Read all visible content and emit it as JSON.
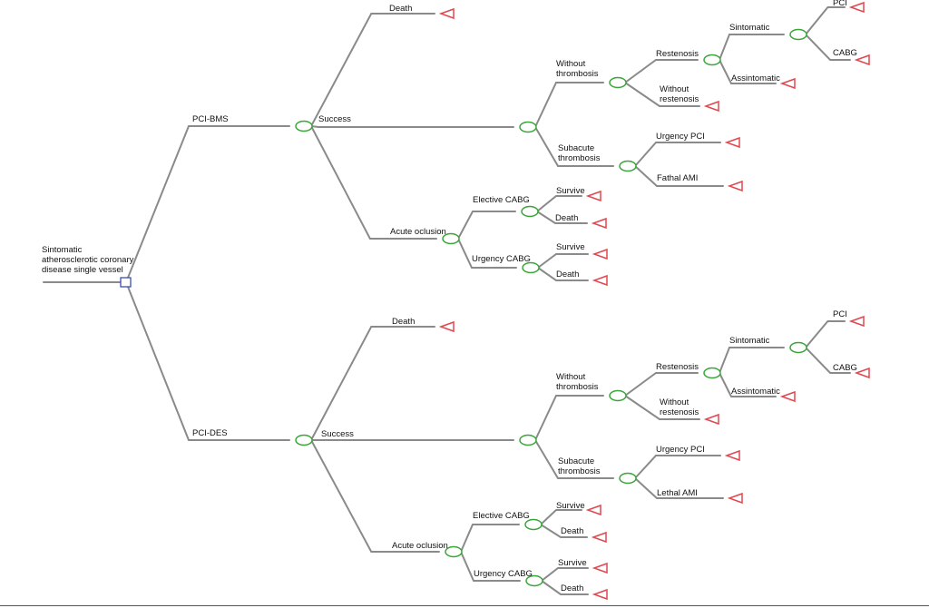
{
  "colors": {
    "line": "#8a8a8a",
    "decision": "#3d4fb5",
    "chance": "#3aa63a",
    "terminal": "#e0484f"
  },
  "root": {
    "label": "Sintomatic\natherosclerotic coronary\ndisease  single vessel",
    "branches": [
      {
        "label": "PCI-BMS",
        "children": [
          {
            "label": "Death"
          },
          {
            "label": "Success",
            "children": [
              {
                "label": "Without\nthrombosis",
                "children": [
                  {
                    "label": "Restenosis",
                    "children": [
                      {
                        "label": "Sintomatic",
                        "children": [
                          {
                            "label": "PCI"
                          },
                          {
                            "label": "CABG"
                          }
                        ]
                      },
                      {
                        "label": "Assintomatic"
                      }
                    ]
                  },
                  {
                    "label": "Without\nrestenosis"
                  }
                ]
              },
              {
                "label": "Subacute\nthrombosis",
                "children": [
                  {
                    "label": "Urgency PCI"
                  },
                  {
                    "label": "Fathal AMI"
                  }
                ]
              }
            ]
          },
          {
            "label": "Acute oclusion",
            "children": [
              {
                "label": "Elective CABG",
                "children": [
                  {
                    "label": "Survive"
                  },
                  {
                    "label": "Death"
                  }
                ]
              },
              {
                "label": "Urgency CABG",
                "children": [
                  {
                    "label": "Survive"
                  },
                  {
                    "label": "Death"
                  }
                ]
              }
            ]
          }
        ]
      },
      {
        "label": "PCI-DES",
        "children": [
          {
            "label": "Death"
          },
          {
            "label": "Success",
            "children": [
              {
                "label": "Without\nthrombosis",
                "children": [
                  {
                    "label": "Restenosis",
                    "children": [
                      {
                        "label": "Sintomatic",
                        "children": [
                          {
                            "label": "PCI"
                          },
                          {
                            "label": "CABG"
                          }
                        ]
                      },
                      {
                        "label": "Assintomatic"
                      }
                    ]
                  },
                  {
                    "label": "Without\nrestenosis"
                  }
                ]
              },
              {
                "label": "Subacute\nthrombosis",
                "children": [
                  {
                    "label": "Urgency PCI"
                  },
                  {
                    "label": "Lethal AMI"
                  }
                ]
              }
            ]
          },
          {
            "label": "Acute oclusion",
            "children": [
              {
                "label": "Elective CABG",
                "children": [
                  {
                    "label": "Survive"
                  },
                  {
                    "label": "Death"
                  }
                ]
              },
              {
                "label": "Urgency CABG",
                "children": [
                  {
                    "label": "Survive"
                  },
                  {
                    "label": "Death"
                  }
                ]
              }
            ]
          }
        ]
      }
    ]
  }
}
